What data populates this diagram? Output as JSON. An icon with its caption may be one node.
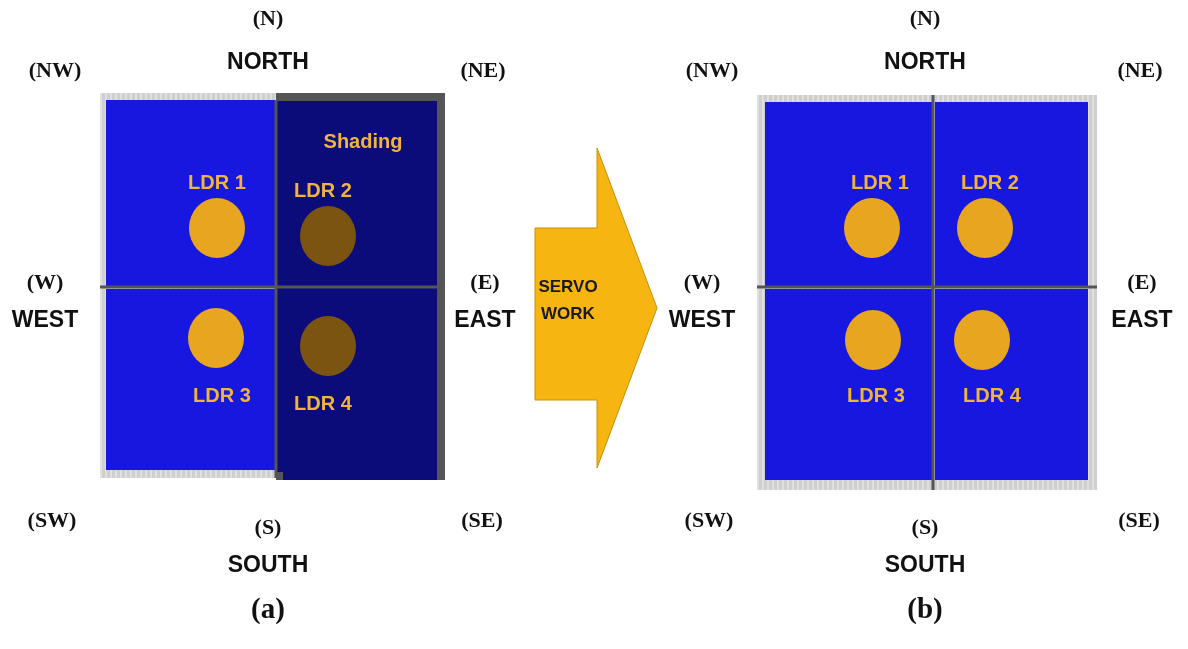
{
  "diagram": {
    "nodes": [
      {
        "text": [],
        "shape": "box"
      },
      {
        "text": [
          "LDR 1"
        ],
        "in": 0
      },
      {
        "text": [
          "Shading"
        ],
        "in": 0
      },
      {
        "text": [
          "LDR 2"
        ],
        "in": 2
      },
      {
        "text": [
          "LDR 3"
        ],
        "in": 0
      },
      {
        "text": [
          "LDR 4"
        ],
        "in": 2
      },
      {
        "text": [
          "SERVO WORK"
        ]
      },
      {
        "text": [],
        "shape": "box"
      },
      {
        "text": [
          "LDR 1"
        ],
        "in": 7
      },
      {
        "text": [
          "LDR 2"
        ],
        "in": 7
      },
      {
        "text": [
          "LDR 3"
        ],
        "in": 7
      },
      {
        "text": [
          "LDR 4"
        ],
        "in": 7
      }
    ],
    "labels": [
      "(N)",
      "(NW)",
      "NORTH",
      "(NE)",
      "(W)",
      "(E)",
      "WEST",
      "EAST",
      "(SW)",
      "(S)",
      "(SE)",
      "SOUTH",
      "(a)",
      "(N)",
      "(NW)",
      "NORTH",
      "(NE)",
      "(W)",
      "(E)",
      "WEST",
      "EAST",
      "(SW)",
      "(S)",
      "(SE)",
      "SOUTH",
      "(b)"
    ]
  }
}
